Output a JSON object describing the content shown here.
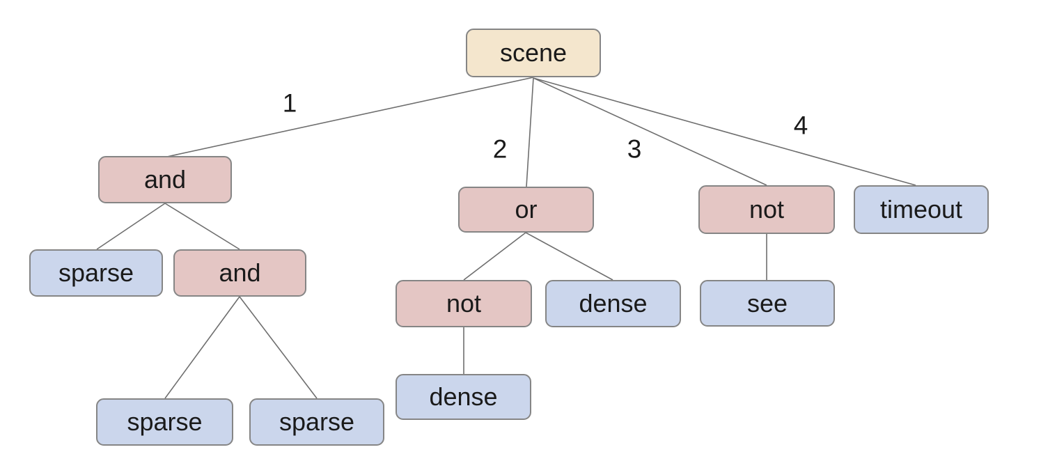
{
  "diagram": {
    "type": "tree",
    "colors": {
      "root_fill": "#f4e6cd",
      "operator_fill": "#e4c6c4",
      "leaf_fill": "#cbd6ec",
      "node_border": "#858585",
      "edge_line": "#6e6e6e",
      "node_text": "#1a1a1a",
      "canvas_bg": "#ffffff"
    },
    "nodes": {
      "scene": {
        "label": "scene",
        "type": "root"
      },
      "and_1": {
        "label": "and",
        "type": "operator"
      },
      "sparse_1": {
        "label": "sparse",
        "type": "leaf"
      },
      "and_2": {
        "label": "and",
        "type": "operator"
      },
      "sparse_2": {
        "label": "sparse",
        "type": "leaf"
      },
      "sparse_3": {
        "label": "sparse",
        "type": "leaf"
      },
      "or_1": {
        "label": "or",
        "type": "operator"
      },
      "not_1": {
        "label": "not",
        "type": "operator"
      },
      "dense_1": {
        "label": "dense",
        "type": "leaf"
      },
      "dense_2": {
        "label": "dense",
        "type": "leaf"
      },
      "not_2": {
        "label": "not",
        "type": "operator"
      },
      "see": {
        "label": "see",
        "type": "leaf"
      },
      "timeout": {
        "label": "timeout",
        "type": "leaf"
      }
    },
    "edge_labels": {
      "branch_1": "1",
      "branch_2": "2",
      "branch_3": "3",
      "branch_4": "4"
    },
    "edges": [
      {
        "from": "scene",
        "to": "and_1",
        "label": "1"
      },
      {
        "from": "scene",
        "to": "or_1",
        "label": "2"
      },
      {
        "from": "scene",
        "to": "not_2",
        "label": "3"
      },
      {
        "from": "scene",
        "to": "timeout",
        "label": "4"
      },
      {
        "from": "and_1",
        "to": "sparse_1"
      },
      {
        "from": "and_1",
        "to": "and_2"
      },
      {
        "from": "and_2",
        "to": "sparse_2"
      },
      {
        "from": "and_2",
        "to": "sparse_3"
      },
      {
        "from": "or_1",
        "to": "not_1"
      },
      {
        "from": "or_1",
        "to": "dense_1"
      },
      {
        "from": "not_1",
        "to": "dense_2"
      },
      {
        "from": "not_2",
        "to": "see"
      }
    ]
  }
}
